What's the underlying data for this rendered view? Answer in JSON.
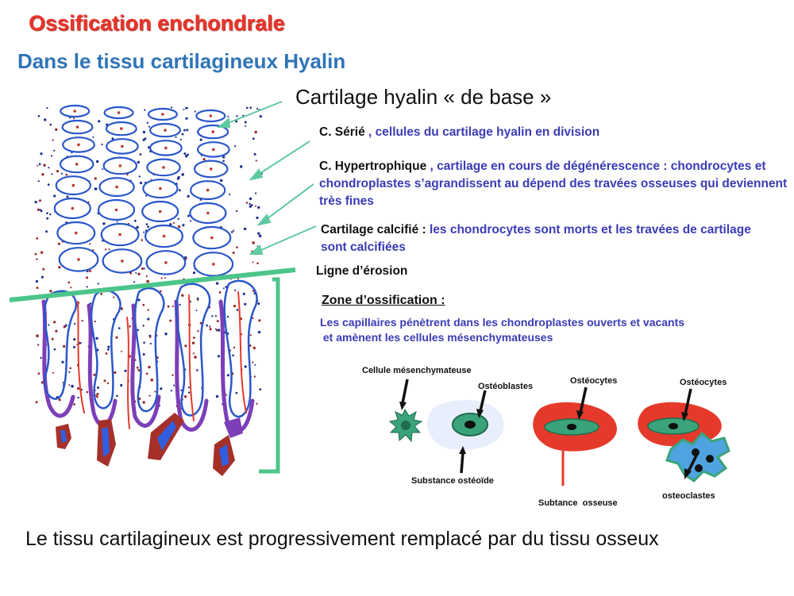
{
  "title": "Ossification enchondrale",
  "subtitle": "Dans le tissu cartilagineux Hyalin",
  "base_label": "Cartilage hyalin «  de base »",
  "zones": [
    {
      "label": "C. Sérié",
      "desc": " , cellules du cartilage hyalin en division"
    },
    {
      "label": "C. Hypertrophique",
      "desc": " , cartilage en cours de dégénérescence : chondrocytes et chondroplastes s’agrandissent au dépend des travées osseuses qui deviennent très fines"
    },
    {
      "label": "Cartilage  calcifié :",
      "desc": " les chondrocytes sont morts et les travées de cartilage sont calcifiées"
    }
  ],
  "erosion_line": "Ligne d’érosion",
  "ossification": {
    "title": "Zone d’ossification :",
    "desc_line1": "Les capillaires pénètrent dans les chondroplastes ouverts et vacants",
    "desc_line2": " et amènent les cellules mésenchymateuses"
  },
  "cells": {
    "mesenchyme": "Cellule mésenchymateuse",
    "osteoblasts": "Ostéoblastes",
    "osteoid": "Substance ostéoïde",
    "osteocytes_1": "Ostéocytes",
    "osteocytes_2": "Ostéocytes",
    "bone_substance": "Subtance  osseuse",
    "osteoclasts": "osteoclastes"
  },
  "conclusion": "Le tissu cartilagineux est progressivement remplacé par du tissu osseux",
  "colors": {
    "title": "#e8352a",
    "subtitle": "#2f74b8",
    "desc": "#3b3bb5",
    "pointer": "#5fc9a0",
    "erosion_line": "#4dc58a",
    "cell_outline": "#2a57c9",
    "bone_red": "#e53a2b",
    "osteoclast": "#4fa3e0",
    "cell_green": "#3aa37a"
  }
}
